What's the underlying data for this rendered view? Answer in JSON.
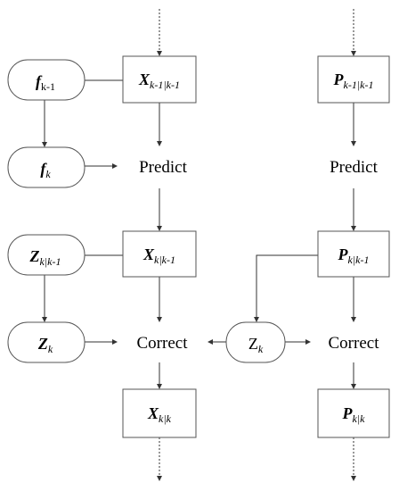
{
  "left_nodes": {
    "f_prev": {
      "sym": "f",
      "sub": "k-1"
    },
    "f_k": {
      "sym": "f",
      "sub": "k"
    },
    "Z_pred": {
      "sym": "Z",
      "sub": "k|k-1"
    },
    "Z_k": {
      "sym": "Z",
      "sub": "k"
    }
  },
  "state_column": {
    "x_prev": {
      "sym": "X",
      "sub": "k-1|k-1"
    },
    "predict": "Predict",
    "x_pred": {
      "sym": "X",
      "sub": "k|k-1"
    },
    "correct": "Correct",
    "x_post": {
      "sym": "X",
      "sub": "k|k"
    }
  },
  "measurement": {
    "sym": "Z",
    "sub": "k"
  },
  "covariance_column": {
    "p_prev": {
      "sym": "P",
      "sub": "k-1|k-1"
    },
    "predict": "Predict",
    "p_pred": {
      "sym": "P",
      "sub": "k|k-1"
    },
    "correct": "Correct",
    "p_post": {
      "sym": "P",
      "sub": "k|k"
    }
  }
}
